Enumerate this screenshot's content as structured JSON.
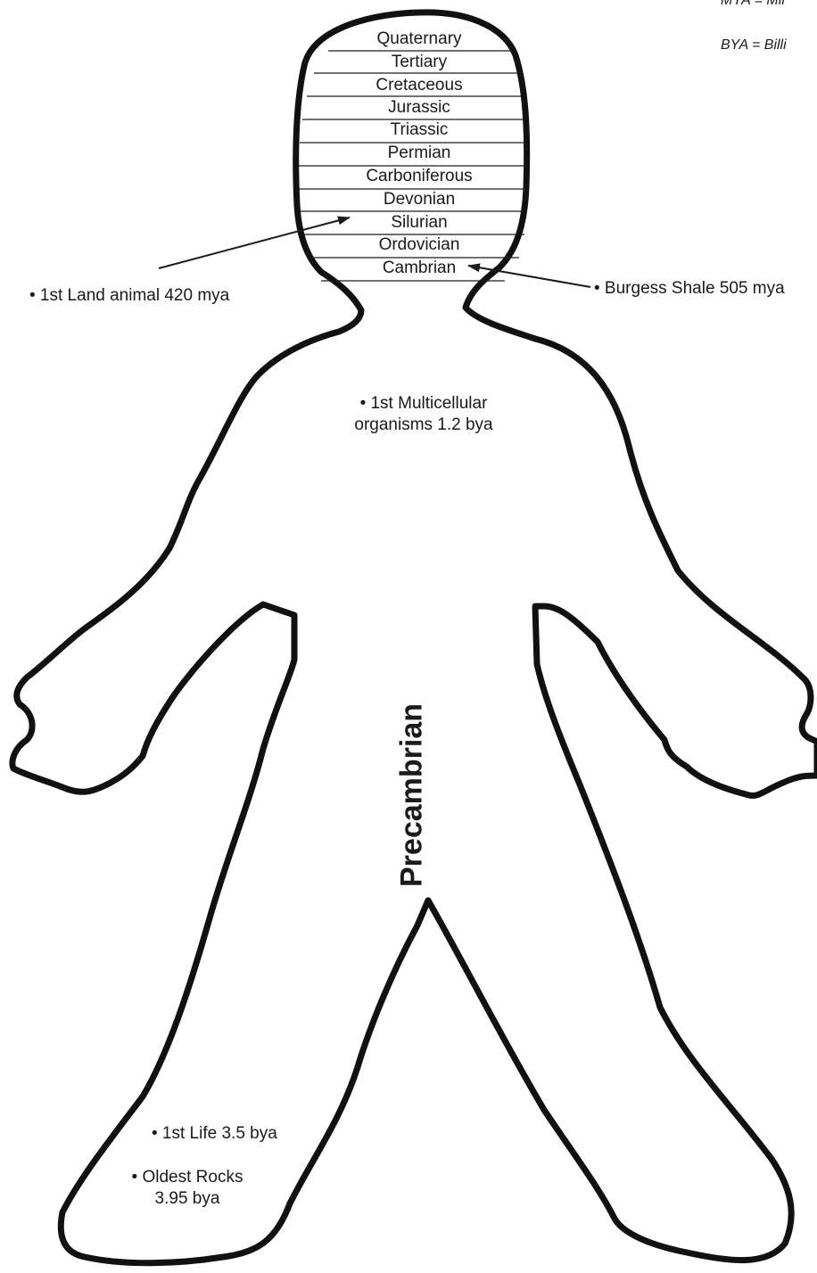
{
  "legend": {
    "mya": "MYA = Mil",
    "bya": "BYA = Billi"
  },
  "periods": [
    "Quaternary",
    "Tertiary",
    "Cretaceous",
    "Jurassic",
    "Triassic",
    "Permian",
    "Carboniferous",
    "Devonian",
    "Silurian",
    "Ordovician",
    "Cambrian"
  ],
  "annotations": {
    "land_animal": "• 1st Land animal 420 mya",
    "burgess_shale": "• Burgess Shale 505 mya",
    "multicellular_line1": "• 1st Multicellular",
    "multicellular_line2": "organisms 1.2 bya",
    "first_life": "• 1st Life 3.5 bya",
    "oldest_rocks_line1": "• Oldest Rocks",
    "oldest_rocks_line2": "3.95 bya"
  },
  "body_label": "Precambrian"
}
